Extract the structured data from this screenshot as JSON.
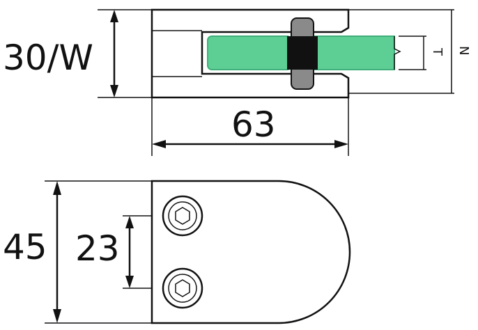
{
  "top_view": {
    "width_label": "30/W",
    "length_label": "63",
    "thickness_symbol": "T",
    "height_symbol": "N",
    "colors": {
      "glass": "#5dcf95",
      "glass_edge": "#3fae78",
      "gasket": "#111111",
      "bolt": "#8a8a8a"
    }
  },
  "front_view": {
    "height_label": "45",
    "hole_spacing_label": "23",
    "hole_count": 2
  }
}
